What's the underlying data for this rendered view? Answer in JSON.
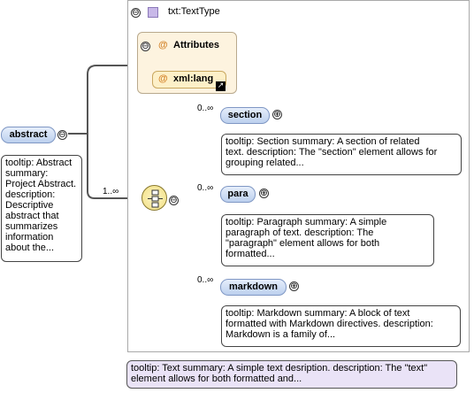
{
  "type": {
    "name": "txt:TextType",
    "attributes_label": "Attributes",
    "attribute_name": "xml:lang",
    "tooltip": [
      "tooltip: Text summary: A simple text desription. description: The \"text\"",
      "element allows for both formatted and..."
    ]
  },
  "abstract": {
    "label": "abstract",
    "tooltip": [
      "tooltip: Abstract",
      "summary:",
      "Project Abstract.",
      "description:",
      "Descriptive",
      "abstract that",
      "summarizes",
      "information",
      "about the..."
    ]
  },
  "sequence": {
    "cardinality": "1..∞"
  },
  "section": {
    "label": "section",
    "cardinality": "0..∞",
    "tooltip": [
      "tooltip: Section summary: A section of related",
      "text. description: The \"section\" element allows for",
      "grouping related..."
    ]
  },
  "para": {
    "label": "para",
    "cardinality": "0..∞",
    "tooltip": [
      "tooltip: Paragraph summary: A simple",
      "paragraph of text. description: The",
      "\"paragraph\" element allows for both",
      "formatted..."
    ]
  },
  "markdown": {
    "label": "markdown",
    "cardinality": "0..∞",
    "tooltip": [
      "tooltip: Markdown summary: A block of text",
      "formatted with Markdown directives. description:",
      "Markdown is a family of..."
    ]
  },
  "controls": {
    "collapse_symbol": "⊖",
    "expand_symbol": "⊕",
    "at_symbol": "@",
    "ref_symbol": "↗"
  },
  "colors": {
    "pill_border": "#7f97c4",
    "attr_fill": "#fdf3df",
    "tooltip_fill": "#eae3f7",
    "at_symbol": "#d4852c"
  }
}
